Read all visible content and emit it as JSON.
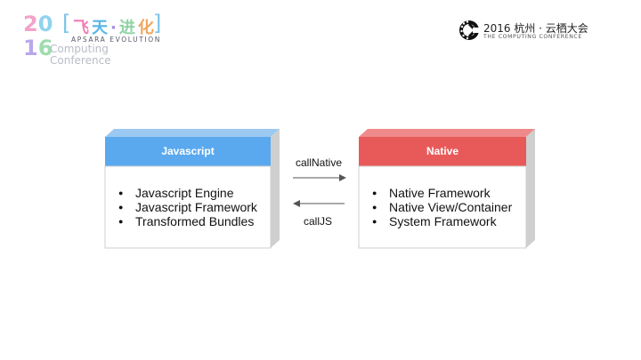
{
  "branding": {
    "left_logo": {
      "year_top": [
        "2",
        "0"
      ],
      "year_bottom": [
        "1",
        "6"
      ],
      "slogan": [
        "飞",
        "天",
        "·",
        "进",
        "化"
      ],
      "apsara_text": "APSARA EVOLUTION",
      "computing_lines": [
        "Computing",
        "Conference"
      ]
    },
    "right_logo": {
      "title": "2016 杭州 · 云栖大会",
      "subtitle": "THE COMPUTING CONFERENCE"
    }
  },
  "diagram": {
    "left_box": {
      "title": "Javascript",
      "header_color": "#5aa9ef",
      "items": [
        "Javascript Engine",
        "Javascript Framework",
        "Transformed Bundles"
      ]
    },
    "right_box": {
      "title": "Native",
      "header_color": "#e85a5a",
      "items": [
        "Native Framework",
        "Native View/Container",
        "System Framework"
      ]
    },
    "arrows": {
      "top_label": "callNative",
      "bottom_label": "callJS"
    }
  }
}
